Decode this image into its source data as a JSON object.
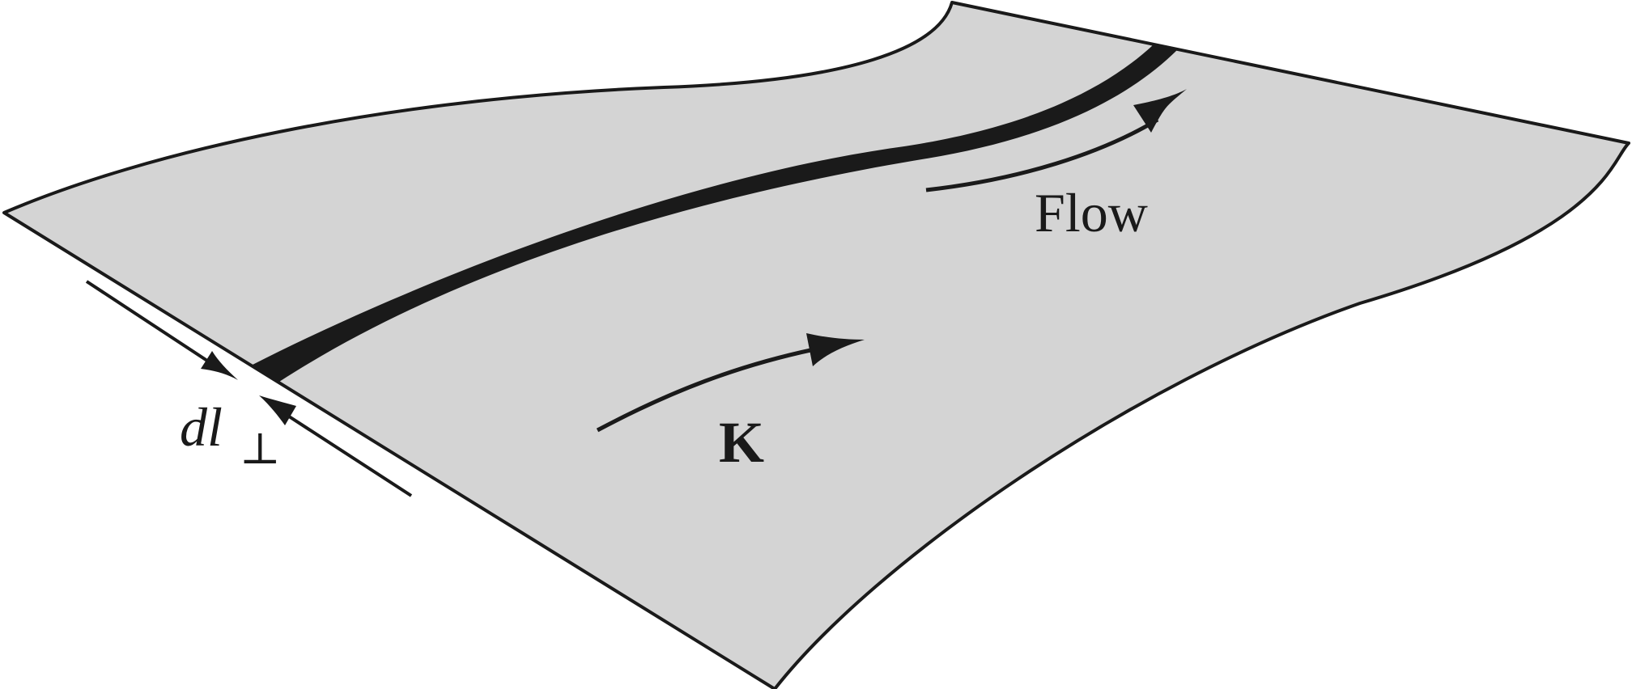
{
  "colors": {
    "sheet_fill": "#d4d4d4",
    "stroke": "#1a1a1a",
    "background": "#ffffff"
  },
  "labels": {
    "flow": "Flow",
    "k": "K",
    "dl_symbol": "dl",
    "dl_subscript": "⊥"
  }
}
